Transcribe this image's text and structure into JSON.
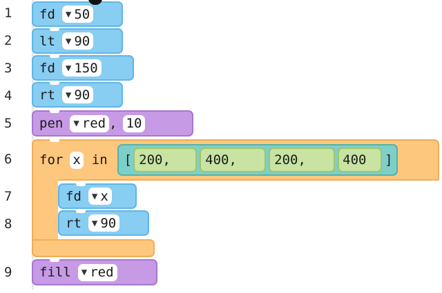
{
  "line_numbers": [
    "1",
    "2",
    "3",
    "4",
    "5",
    "6",
    "7",
    "8",
    "9"
  ],
  "blocks": {
    "fd1": {
      "cmd": "fd",
      "value": "50"
    },
    "lt1": {
      "cmd": "lt",
      "value": "90"
    },
    "fd2": {
      "cmd": "fd",
      "value": "150"
    },
    "rt1": {
      "cmd": "rt",
      "value": "90"
    },
    "pen": {
      "cmd": "pen",
      "value": "red",
      "sep": ",",
      "width": "10"
    },
    "for": {
      "kw": "for",
      "var": "x",
      "in": "in",
      "open": "[",
      "close": "]",
      "items": [
        "200,",
        "400,",
        "200,",
        "400"
      ]
    },
    "fd3": {
      "cmd": "fd",
      "value": "x"
    },
    "rt2": {
      "cmd": "rt",
      "value": "90"
    },
    "fill": {
      "cmd": "fill",
      "value": "red"
    }
  },
  "dropdown_glyph": "▼",
  "colors": {
    "motion": "#88cdf2",
    "pen": "#c79ae6",
    "control": "#fdc77e",
    "list": "#7ecfc8",
    "list_item": "#c8e3a2"
  }
}
